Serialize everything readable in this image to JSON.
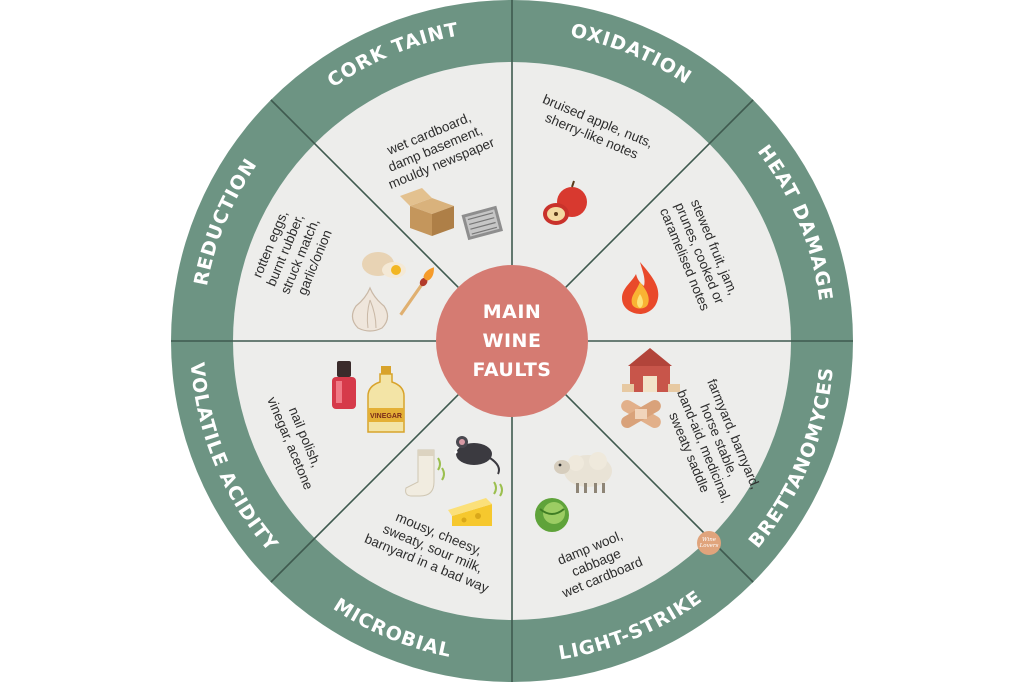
{
  "title_lines": [
    "MAIN",
    "WINE",
    "FAULTS"
  ],
  "colors": {
    "ring": "#6d9483",
    "inner": "#ededeb",
    "center": "#d57b72",
    "divider": "#3f5a4f",
    "logo": "#e0a47c"
  },
  "segments": [
    {
      "name": "CORK TAINT",
      "desc": [
        "wet cardboard,",
        "damp basement,",
        "mouldy newspaper"
      ],
      "icons": [
        "cardboard-box-icon",
        "newspaper-icon"
      ]
    },
    {
      "name": "OXIDATION",
      "desc": [
        "bruised apple, nuts,",
        "sherry-like notes"
      ],
      "icons": [
        "apple-icon"
      ]
    },
    {
      "name": "HEAT DAMAGE",
      "desc": [
        "stewed fruit, jam,",
        "prunes, cooked or",
        "caramelised notes"
      ],
      "icons": [
        "fire-icon"
      ]
    },
    {
      "name": "BRETTANOMYCES",
      "desc": [
        "farmyard, barnyard,",
        "horse stable,",
        "band-aid, medicinal,",
        "sweaty saddle"
      ],
      "icons": [
        "barn-icon",
        "bandage-icon"
      ]
    },
    {
      "name": "LIGHT-STRIKE",
      "desc": [
        "damp wool,",
        "cabbage",
        "wet cardboard"
      ],
      "icons": [
        "sheep-icon",
        "cabbage-icon"
      ]
    },
    {
      "name": "MICROBIAL",
      "desc": [
        "mousy, cheesy,",
        "sweaty, sour milk,",
        "barnyard in a bad way"
      ],
      "icons": [
        "mouse-icon",
        "sock-icon",
        "cheese-icon"
      ]
    },
    {
      "name": "VOLATILE ACIDITY",
      "desc": [
        "nail polish,",
        "vinegar, acetone"
      ],
      "icons": [
        "nail-polish-icon",
        "vinegar-bottle-icon"
      ],
      "icon_texts": {
        "vinegar": "VINEGAR"
      }
    },
    {
      "name": "REDUCTION",
      "desc": [
        "rotten eggs,",
        "burnt rubber,",
        "struck match,",
        "garlic/onion"
      ],
      "icons": [
        "egg-icon",
        "garlic-icon",
        "match-icon"
      ]
    }
  ],
  "logo": {
    "lines": [
      "Wine",
      "Lovers"
    ]
  }
}
